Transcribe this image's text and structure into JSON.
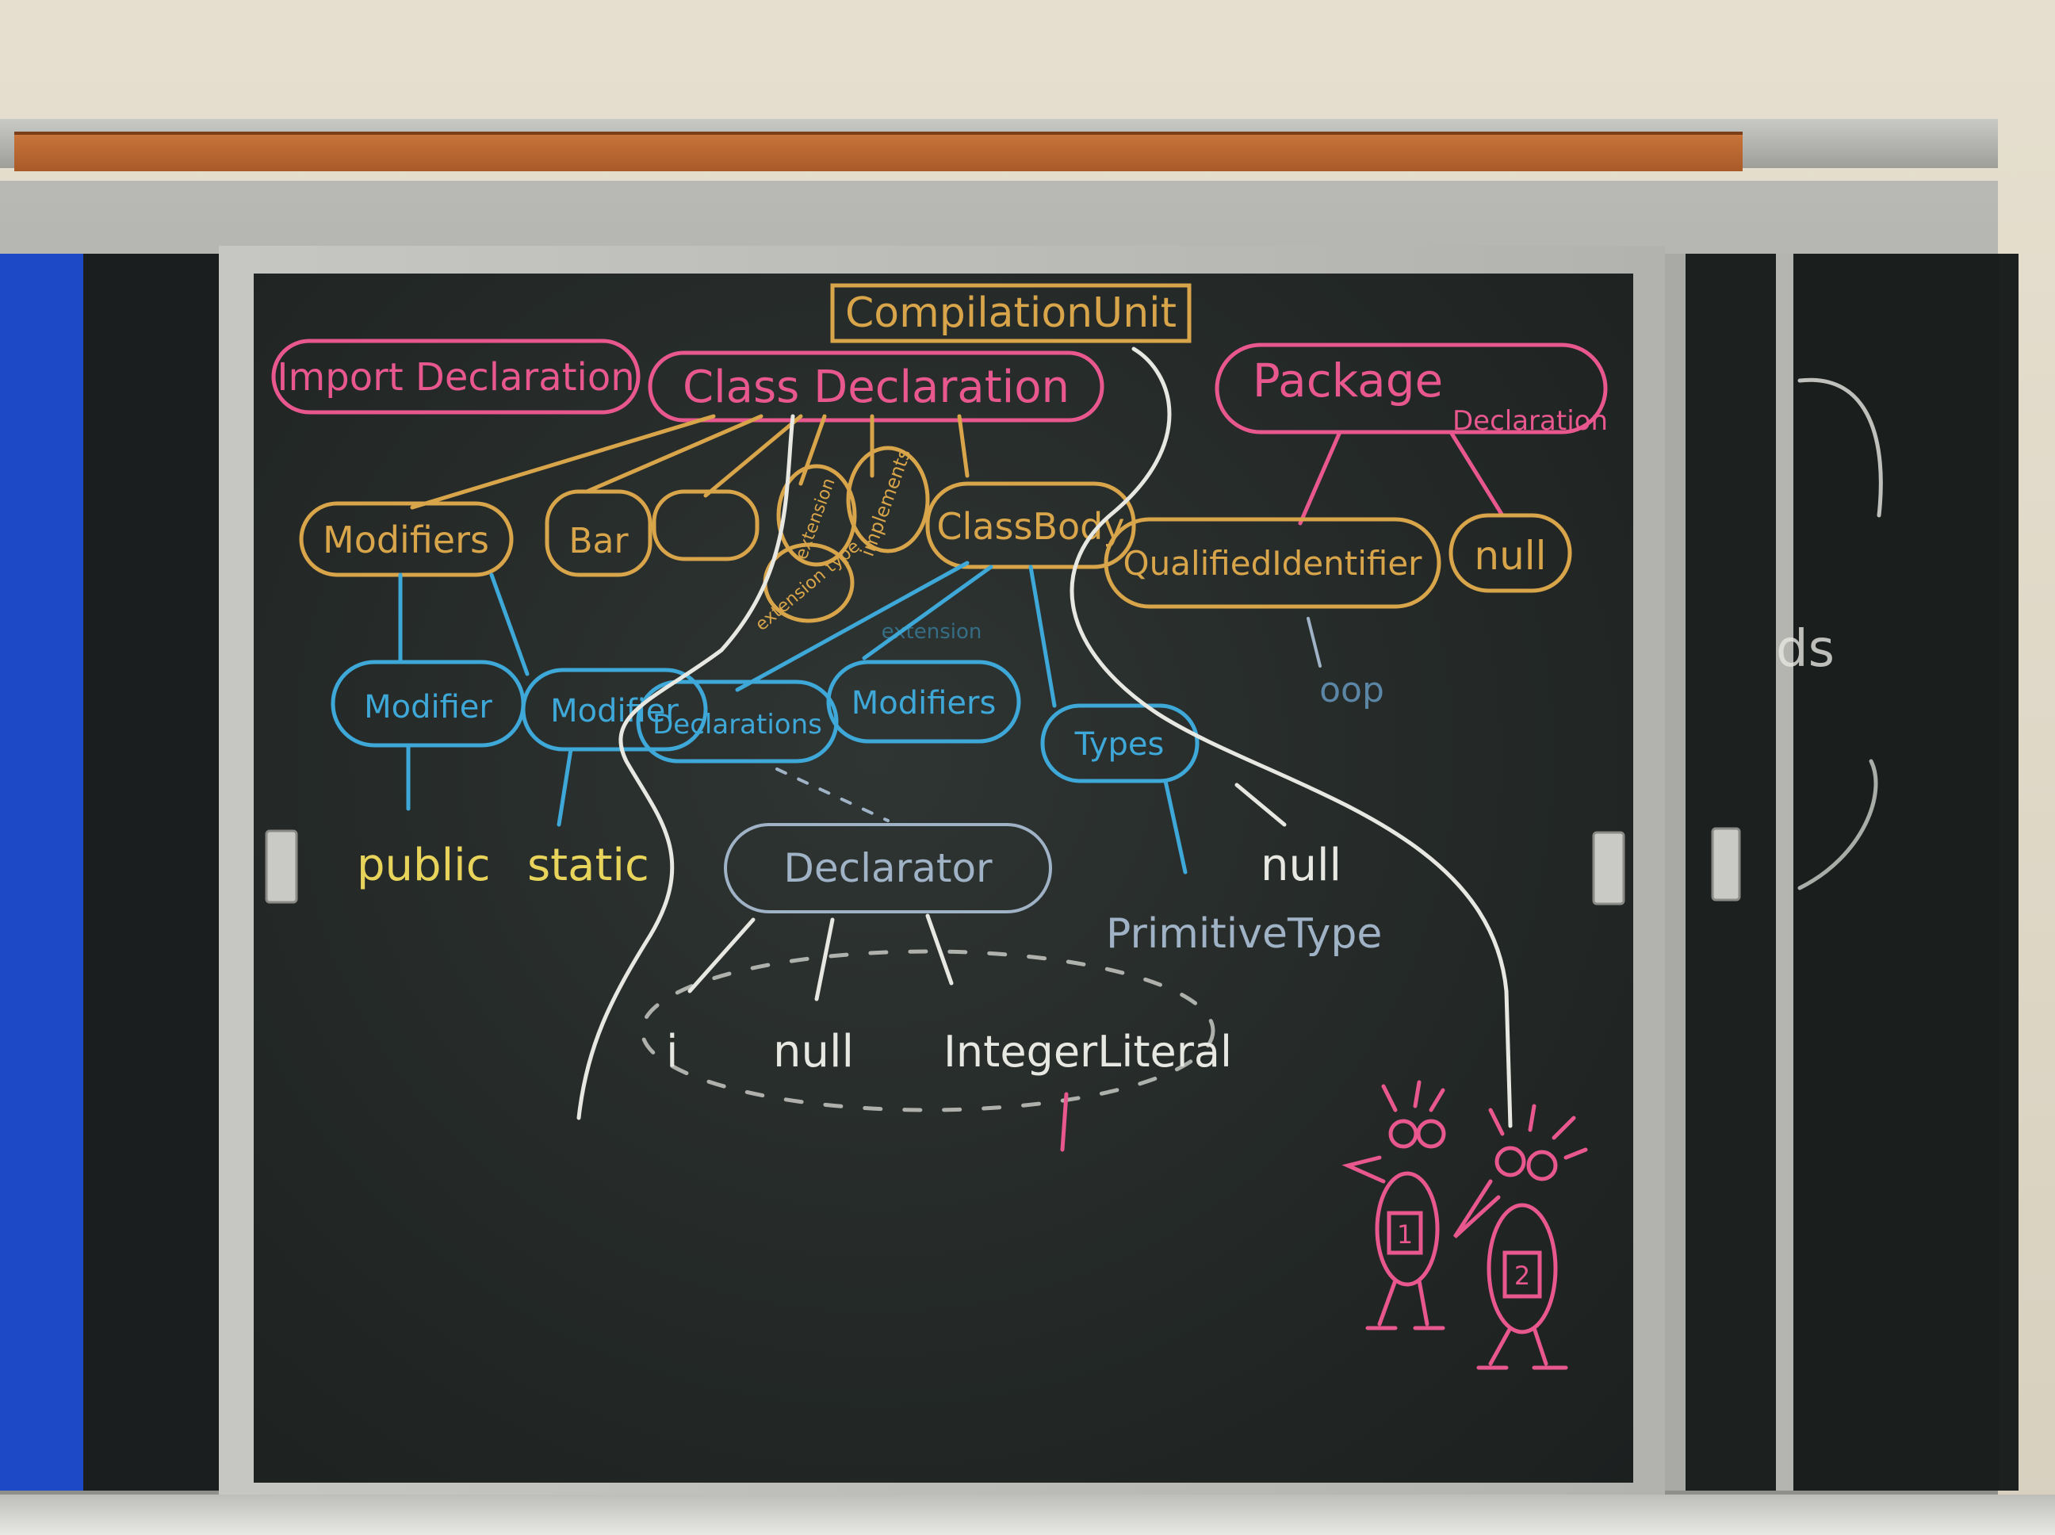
{
  "board": {
    "root": "CompilationUnit",
    "import_declaration": "Import Declaration",
    "class_declaration": "Class Declaration",
    "package_declaration_1": "Package",
    "package_declaration_2": "Declaration",
    "modifiers": "Modifiers",
    "bar": "Bar",
    "extension": "extension",
    "implements": "implements",
    "class_body": "ClassBody",
    "qualified_identifier": "QualifiedIdentifier",
    "null_package": "null",
    "ext_type": "extension type",
    "modifier_1": "Modifier",
    "modifier_2": "Modifier",
    "declarations": "Declarations",
    "modifiers_2": "Modifiers",
    "types": "Types",
    "extension_2": "extension",
    "oop": "oop",
    "public": "public",
    "static": "static",
    "declarator": "Declarator",
    "null_types": "null",
    "primitive_type": "PrimitiveType",
    "i": "i",
    "null_decl": "null",
    "integer_literal": "IntegerLiteral",
    "bird_1_badge": "1",
    "bird_2_badge": "2",
    "side_board_text": "ds"
  },
  "colors": {
    "pink": "#e8578e",
    "gold": "#d9a54a",
    "blue": "#3ea8d8",
    "white": "#e8e8e2",
    "yellow": "#e8d45a",
    "gray_blue": "#9fb2c6"
  }
}
